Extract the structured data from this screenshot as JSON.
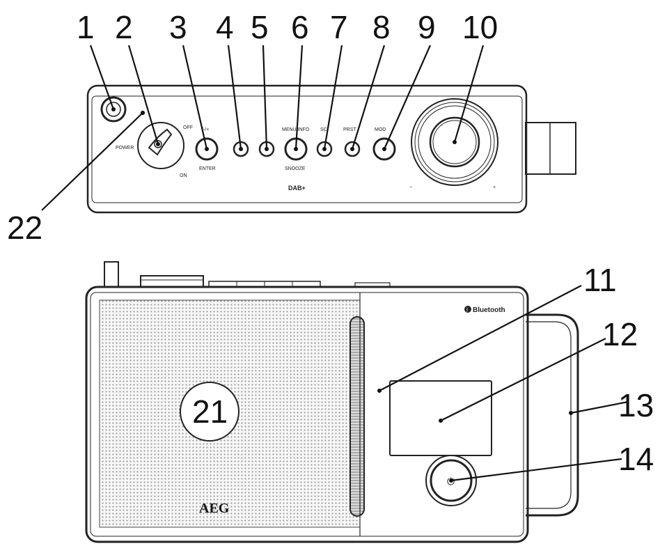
{
  "callouts": {
    "n1": "1",
    "n2": "2",
    "n3": "3",
    "n4": "4",
    "n5": "5",
    "n6": "6",
    "n7": "7",
    "n8": "8",
    "n9": "9",
    "n10": "10",
    "n11": "11",
    "n12": "12",
    "n13": "13",
    "n14": "14",
    "n21": "21",
    "n22": "22"
  },
  "top_panel_labels": {
    "off": "OFF",
    "power": "POWER",
    "on": "ON",
    "enter_top": "/-/+",
    "enter": "ENTER",
    "menu_info": "MENU/INFO",
    "snooze": "SNOOZE",
    "scan": "SC",
    "preset": "PRST",
    "mode": "MOD",
    "dab": "DAB+",
    "minus": "−",
    "plus": "+"
  },
  "front_labels": {
    "bluetooth": "Bluetooth",
    "brand": "AEG",
    "power_symbol": "⏻"
  }
}
